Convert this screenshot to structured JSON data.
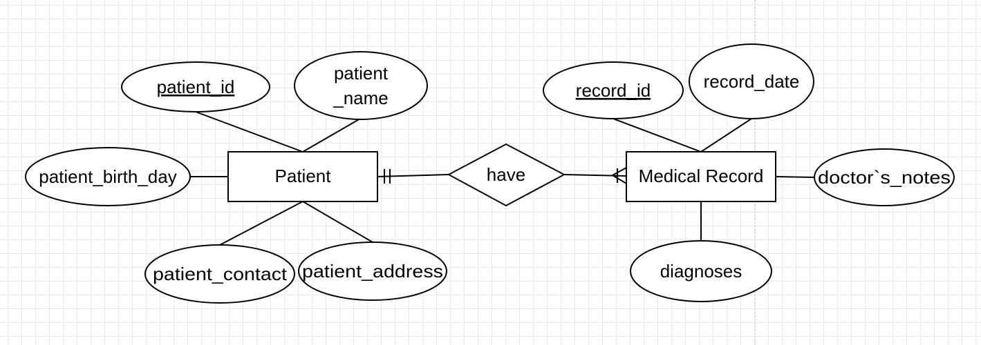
{
  "diagram": {
    "type": "er-diagram",
    "entities": {
      "patient": "Patient",
      "medical_record": "Medical Record"
    },
    "relationship": {
      "label": "have",
      "patient_cardinality": "one-and-only-one",
      "medical_record_cardinality": "one-or-many"
    },
    "attributes": {
      "patient_id": "patient_id",
      "patient_name_line1": "patient",
      "patient_name_line2": "_name",
      "patient_birth_day": "patient_birth_day",
      "patient_contact": "patient_contact",
      "patient_address": "patient_address",
      "record_id": "record_id",
      "record_date": "record_date",
      "doctors_notes": "doctor`s_notes",
      "diagnoses": "diagnoses"
    },
    "primary_keys": [
      "patient_id",
      "record_id"
    ]
  }
}
